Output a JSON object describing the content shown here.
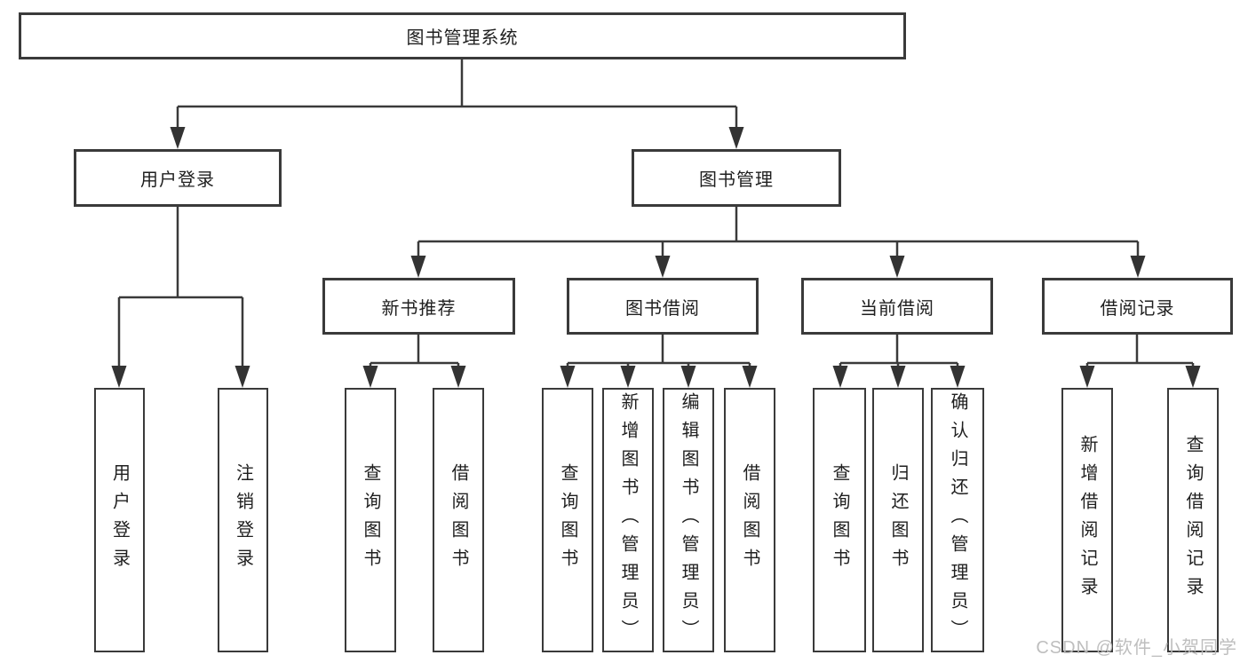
{
  "colors": {
    "line": "#3a3a3a",
    "box_border": "#3a3a3a",
    "text": "#1f1f1f",
    "background": "#ffffff",
    "watermark": "#bababa"
  },
  "watermark": {
    "text": "CSDN @软件_小贺同学"
  },
  "diagram": {
    "root": {
      "label": "图书管理系统"
    },
    "branches": [
      {
        "label": "用户登录",
        "children": [
          {
            "label": "用户登录"
          },
          {
            "label": "注销登录"
          }
        ]
      },
      {
        "label": "图书管理",
        "children": [
          {
            "label": "新书推荐",
            "children": [
              {
                "label": "查询图书"
              },
              {
                "label": "借阅图书"
              }
            ]
          },
          {
            "label": "图书借阅",
            "children": [
              {
                "label": "查询图书"
              },
              {
                "label": "新增图书（管理员）"
              },
              {
                "label": "编辑图书（管理员）"
              },
              {
                "label": "借阅图书"
              }
            ]
          },
          {
            "label": "当前借阅",
            "children": [
              {
                "label": "查询图书"
              },
              {
                "label": "归还图书"
              },
              {
                "label": "确认归还（管理员）"
              }
            ]
          },
          {
            "label": "借阅记录",
            "children": [
              {
                "label": "新增借阅记录"
              },
              {
                "label": "查询借阅记录"
              }
            ]
          }
        ]
      }
    ]
  }
}
